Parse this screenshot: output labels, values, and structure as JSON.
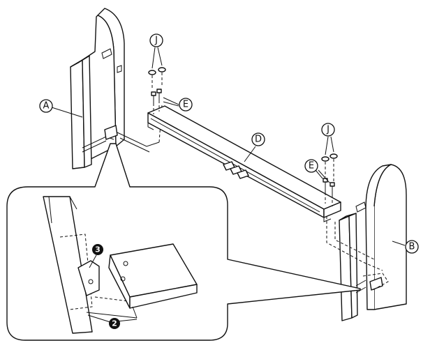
{
  "labels": {
    "A": "A",
    "B": "B",
    "D": "D",
    "E_left": "E",
    "E_right": "E",
    "J_left": "J",
    "J_right": "J",
    "callout_2": "2",
    "callout_3": "3"
  }
}
